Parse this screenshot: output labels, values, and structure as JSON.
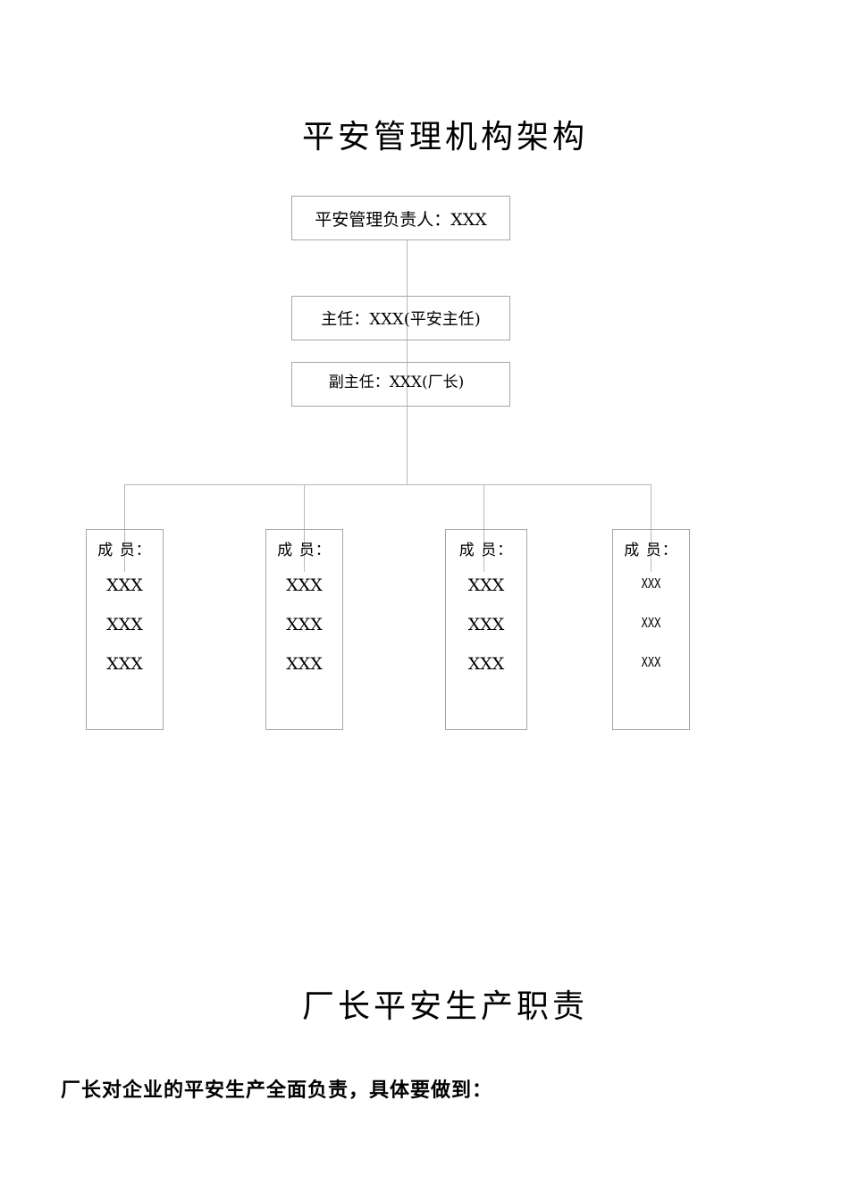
{
  "org_chart": {
    "title": "平安管理机构架构",
    "head_box": "平安管理负责人：XXX",
    "director_box": "主任：XXX(平安主任)",
    "deputy_box": "副主任：XXX(厂长)",
    "member_groups": [
      {
        "label": "成  员：",
        "members": [
          "XXX",
          "XXX",
          "XXX"
        ]
      },
      {
        "label": "成  员：",
        "members": [
          "XXX",
          "XXX",
          "XXX"
        ]
      },
      {
        "label": "成  员：",
        "members": [
          "XXX",
          "XXX",
          "XXX"
        ]
      },
      {
        "label": "成  员：",
        "members": [
          "XXX",
          "XXX",
          "XXX"
        ]
      }
    ]
  },
  "duty_section": {
    "title": "厂长平安生产职责",
    "lead_text": "厂长对企业的平安生产全面负责，具体要做到："
  },
  "colors": {
    "text": "#000000",
    "box_border": "#a6a6a6",
    "connector": "#b8b8b8",
    "background": "#ffffff"
  }
}
